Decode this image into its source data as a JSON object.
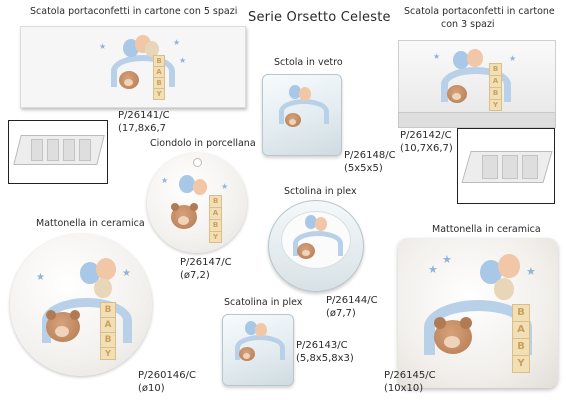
{
  "title": "Serie Orsetto Celeste",
  "products": [
    {
      "key": "box5",
      "name": "Scatola portaconfetti in cartone con 5 spazi",
      "code": "P/26141/C",
      "size": "(17,8x6,7"
    },
    {
      "key": "box3",
      "name_line1": "Scatola portaconfetti in cartone",
      "name_line2": "con 3 spazi",
      "code": "P/26142/C",
      "size": "(10,7X6,7)"
    },
    {
      "key": "glass",
      "name": "Sctola in vetro",
      "code": "P/26148/C",
      "size": "(5x5x5)"
    },
    {
      "key": "pendant",
      "name": "Ciondolo in porcellana",
      "code": "P/26147/C",
      "size": "(ø7,2)"
    },
    {
      "key": "plex_round",
      "name": "Sctolina in plex",
      "code": "P/26144/C",
      "size": "(ø7,7)"
    },
    {
      "key": "tile_round",
      "name": "Mattonella in ceramica",
      "code": "P/260146/C",
      "size": "(ø10)"
    },
    {
      "key": "plex_square",
      "name": "Scatolina in plex",
      "code": "P/26143/C",
      "size": "(5,8x5,8x3)"
    },
    {
      "key": "tile_square",
      "name": "Mattonella in ceramica",
      "code": "P/26145/C",
      "size": "(10x10)"
    }
  ],
  "decor": {
    "blocks_letters": [
      "B",
      "A",
      "B",
      "Y"
    ],
    "colors": {
      "balloon_blue": "#a9c7e6",
      "balloon_peach": "#f2c7a8",
      "balloon_tan": "#e8d6b8",
      "star": "#8fb4d8",
      "bear": "#b27a52"
    }
  }
}
